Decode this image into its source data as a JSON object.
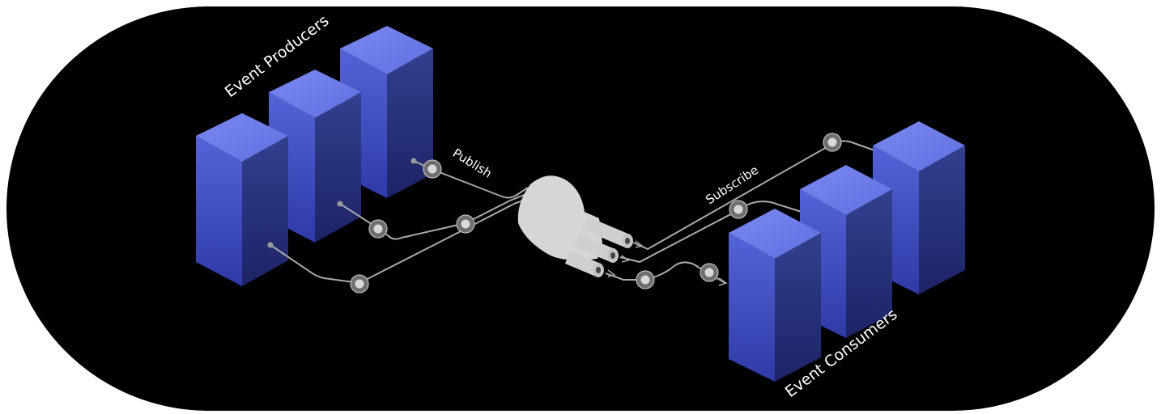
{
  "diagram": {
    "producers_label": "Event Producers",
    "consumers_label": "Event Consumers",
    "publish_label": "Publish",
    "subscribe_label": "Subscribe"
  },
  "colors": {
    "background": "#000000",
    "server_top": "#6b7be6",
    "server_front": "#4150c8",
    "server_side": "#2a3587",
    "wire": "#a9a9a9",
    "broker": "#d6d6d6"
  }
}
